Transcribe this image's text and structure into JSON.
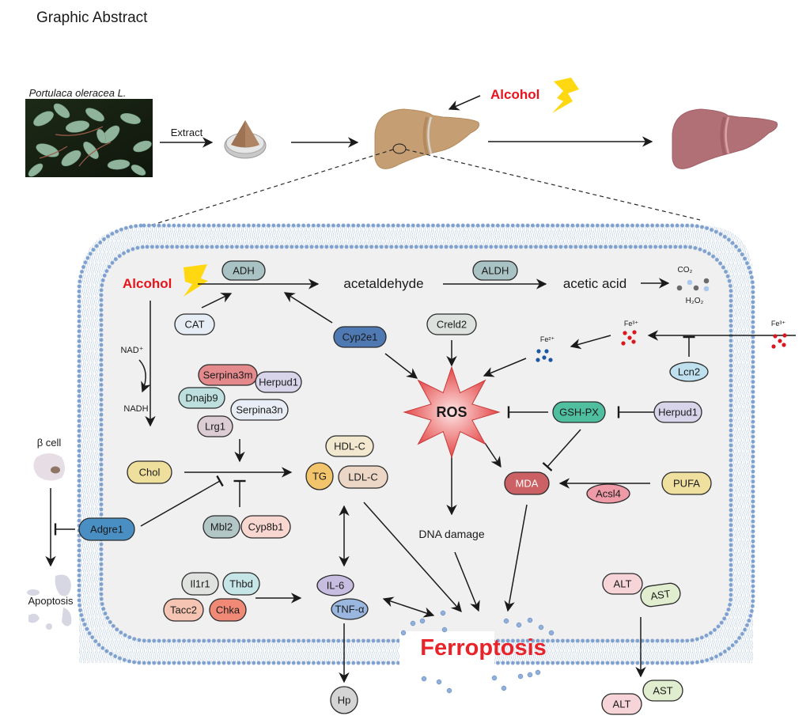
{
  "title": "Graphic Abstract",
  "top_row": {
    "plant_label": "Portulaca oleracea L.",
    "extract_label": "Extract",
    "alcohol_label": "Alcohol"
  },
  "cell": {
    "alcohol_label": "Alcohol",
    "acetaldehyde": "acetaldehyde",
    "acetic_acid": "acetic acid",
    "co2": "CO₂",
    "h2o2": "H₂O₂",
    "nad": "NAD⁺",
    "nadh": "NADH",
    "fe3_inner": "Fe³⁺",
    "fe3_outer": "Fe³⁺",
    "fe2": "Fe²⁺",
    "ros": "ROS",
    "dna_damage": "DNA damage",
    "ferroptosis": "Ferroptosis",
    "beta_cell": "β cell",
    "apoptosis": "Apoptosis"
  },
  "nodes": [
    {
      "id": "ADH",
      "label": "ADH",
      "color": "#a9c3c4",
      "shape": "pill"
    },
    {
      "id": "ALDH",
      "label": "ALDH",
      "color": "#a9c3c4",
      "shape": "pill"
    },
    {
      "id": "CAT",
      "label": "CAT",
      "color": "#e6edf5",
      "shape": "pill"
    },
    {
      "id": "Cyp2e1",
      "label": "Cyp2e1",
      "color": "#4f79b3",
      "shape": "pill"
    },
    {
      "id": "Creld2",
      "label": "Creld2",
      "color": "#dde2df",
      "shape": "pill"
    },
    {
      "id": "Lcn2",
      "label": "Lcn2",
      "color": "#bfe0ef",
      "shape": "ellipse"
    },
    {
      "id": "GSH-PX",
      "label": "GSH-PX",
      "color": "#4fbf9f",
      "shape": "pill"
    },
    {
      "id": "Herpud1_r",
      "label": "Herpud1",
      "color": "#d8d5ea",
      "shape": "pill"
    },
    {
      "id": "Serpina3m",
      "label": "Serpina3m",
      "color": "#e48a8d",
      "shape": "pill"
    },
    {
      "id": "Herpud1_l",
      "label": "Herpud1",
      "color": "#d8d5ea",
      "shape": "pill"
    },
    {
      "id": "Dnajb9",
      "label": "Dnajb9",
      "color": "#bde0df",
      "shape": "pill"
    },
    {
      "id": "Serpina3n",
      "label": "Serpina3n",
      "color": "#e9eef6",
      "shape": "pill"
    },
    {
      "id": "Lrg1",
      "label": "Lrg1",
      "color": "#dcccd3",
      "shape": "pill"
    },
    {
      "id": "HDL-C",
      "label": "HDL-C",
      "color": "#f2e8cf",
      "shape": "pill"
    },
    {
      "id": "TG",
      "label": "TG",
      "color": "#f2c46c",
      "shape": "circle"
    },
    {
      "id": "LDL-C",
      "label": "LDL-C",
      "color": "#ecd7c7",
      "shape": "pill"
    },
    {
      "id": "Chol",
      "label": "Chol",
      "color": "#efdf9c",
      "shape": "pill"
    },
    {
      "id": "Mbl2",
      "label": "Mbl2",
      "color": "#b3c6c6",
      "shape": "pill"
    },
    {
      "id": "Cyp8b1",
      "label": "Cyp8b1",
      "color": "#f7d7d0",
      "shape": "pill"
    },
    {
      "id": "Adgre1",
      "label": "Adgre1",
      "color": "#4a8fc4",
      "shape": "pill"
    },
    {
      "id": "MDA",
      "label": "MDA",
      "color": "#cc6165",
      "shape": "pill",
      "text_color": "#ffffff"
    },
    {
      "id": "PUFA",
      "label": "PUFA",
      "color": "#efe0a0",
      "shape": "pill"
    },
    {
      "id": "Acsl4",
      "label": "Acsl4",
      "color": "#ef9aa7",
      "shape": "ellipse"
    },
    {
      "id": "Il1r1",
      "label": "Il1r1",
      "color": "#dfe2df",
      "shape": "pill"
    },
    {
      "id": "Thbd",
      "label": "Thbd",
      "color": "#c6e5e6",
      "shape": "pill"
    },
    {
      "id": "Tacc2",
      "label": "Tacc2",
      "color": "#f5c4b2",
      "shape": "pill"
    },
    {
      "id": "Chka",
      "label": "Chka",
      "color": "#f08a76",
      "shape": "pill"
    },
    {
      "id": "IL-6",
      "label": "IL-6",
      "color": "#c7bde0",
      "shape": "ellipse"
    },
    {
      "id": "TNF-a",
      "label": "TNF-α",
      "color": "#9ab7e0",
      "shape": "ellipse"
    },
    {
      "id": "Hp",
      "label": "Hp",
      "color": "#d4d4d4",
      "shape": "circle"
    },
    {
      "id": "ALT_in",
      "label": "ALT",
      "color": "#f7d4d8",
      "shape": "pill"
    },
    {
      "id": "AST_in",
      "label": "AST",
      "color": "#e1edcf",
      "shape": "pill"
    },
    {
      "id": "AST_out",
      "label": "AST",
      "color": "#e1edcf",
      "shape": "pill"
    },
    {
      "id": "ALT_out",
      "label": "ALT",
      "color": "#f7d4d8",
      "shape": "pill"
    }
  ],
  "colors": {
    "alcohol_red": "#e8141c",
    "ferroptosis_red": "#e8242a",
    "lightning_yellow": "#ffd811",
    "membrane_blue": "#8fb0dc",
    "cytoplasm": "#f0f0f0",
    "healthy_liver": "#c59f73",
    "damaged_liver": "#b07075",
    "ros_red": "#e85050",
    "fe3_red": "#d8171e",
    "fe2_blue": "#1d57a0"
  }
}
